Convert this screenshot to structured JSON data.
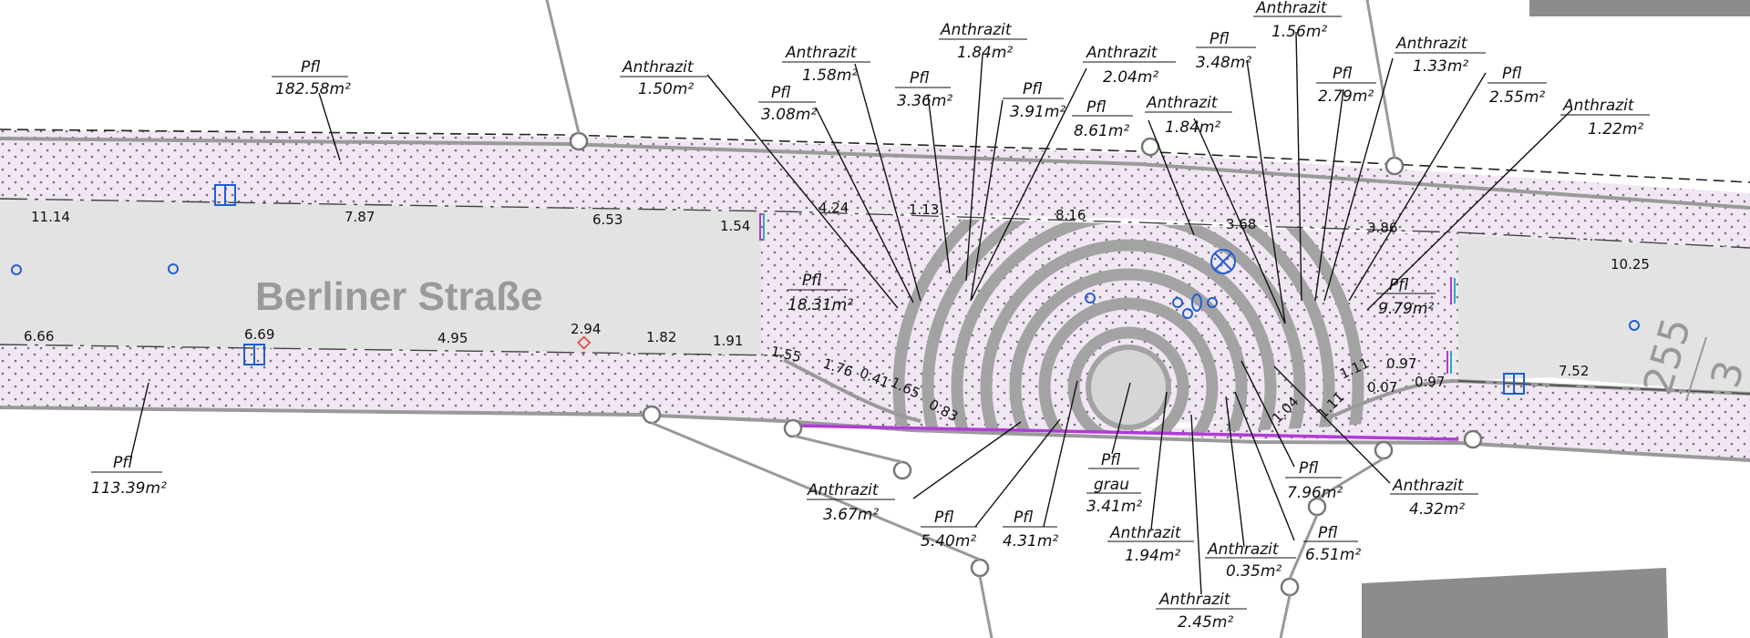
{
  "street": {
    "name": "Berliner Straße"
  },
  "parcel": {
    "number": "255",
    "sub": "3"
  },
  "colors": {
    "paving": "#f1e7f3",
    "road": "#e3e3e3",
    "rings": "#a3a3a3",
    "edge": "#9a9a9a",
    "accent_line": "#b03cd6",
    "utility_blue": "#1f5fd0"
  },
  "labels": [
    {
      "id": "pfl-182",
      "material": "Pfl",
      "area": "182.58m²"
    },
    {
      "id": "anth-150",
      "material": "Anthrazit",
      "area": "1.50m²"
    },
    {
      "id": "anth-158",
      "material": "Anthrazit",
      "area": "1.58m²"
    },
    {
      "id": "pfl-308",
      "material": "Pfl",
      "area": "3.08m²"
    },
    {
      "id": "pfl-336",
      "material": "Pfl",
      "area": "3.36m²"
    },
    {
      "id": "anth-184a",
      "material": "Anthrazit",
      "area": "1.84m²"
    },
    {
      "id": "pfl-391",
      "material": "Pfl",
      "area": "3.91m²"
    },
    {
      "id": "anth-204",
      "material": "Anthrazit",
      "area": "2.04m²"
    },
    {
      "id": "pfl-861",
      "material": "Pfl",
      "area": "8.61m²"
    },
    {
      "id": "pfl-348",
      "material": "Pfl",
      "area": "3.48m²"
    },
    {
      "id": "anth-184b",
      "material": "Anthrazit",
      "area": "1.84m²"
    },
    {
      "id": "anth-156",
      "material": "Anthrazit",
      "area": "1.56m²"
    },
    {
      "id": "pfl-279",
      "material": "Pfl",
      "area": "2.79m²"
    },
    {
      "id": "anth-133",
      "material": "Anthrazit",
      "area": "1.33m²"
    },
    {
      "id": "pfl-255",
      "material": "Pfl",
      "area": "2.55m²"
    },
    {
      "id": "anth-122",
      "material": "Anthrazit",
      "area": "1.22m²"
    },
    {
      "id": "pfl-1831",
      "material": "Pfl",
      "area": "18.31m²"
    },
    {
      "id": "pfl-979",
      "material": "Pfl",
      "area": "9.79m²"
    },
    {
      "id": "pfl-11339",
      "material": "Pfl",
      "area": "113.39m²"
    },
    {
      "id": "anth-367",
      "material": "Anthrazit",
      "area": "3.67m²"
    },
    {
      "id": "pfl-540",
      "material": "Pfl",
      "area": "5.40m²"
    },
    {
      "id": "pfl-431",
      "material": "Pfl",
      "area": "4.31m²"
    },
    {
      "id": "pfl-grau",
      "material": "Pfl",
      "sub": "grau",
      "area": "3.41m²"
    },
    {
      "id": "anth-194",
      "material": "Anthrazit",
      "area": "1.94m²"
    },
    {
      "id": "anth-245",
      "material": "Anthrazit",
      "area": "2.45m²"
    },
    {
      "id": "anth-035",
      "material": "Anthrazit",
      "area": "0.35m²"
    },
    {
      "id": "pfl-651",
      "material": "Pfl",
      "area": "6.51m²"
    },
    {
      "id": "pfl-796",
      "material": "Pfl",
      "area": "7.96m²"
    },
    {
      "id": "anth-432",
      "material": "Anthrazit",
      "area": "4.32m²"
    }
  ],
  "dimensions": [
    "11.14",
    "7.87",
    "6.53",
    "1.54",
    "4.24",
    "1.13",
    "8.16",
    "3.68",
    "3.86",
    "10.25",
    "6.66",
    "6.69",
    "4.95",
    "2.94",
    "1.82",
    "1.91",
    "1.55",
    "1.76",
    "0.41",
    "1.65",
    "0.83",
    "1.04",
    "1.11",
    "1.11",
    "0.07",
    "0.97",
    "0.97",
    "7.52"
  ]
}
